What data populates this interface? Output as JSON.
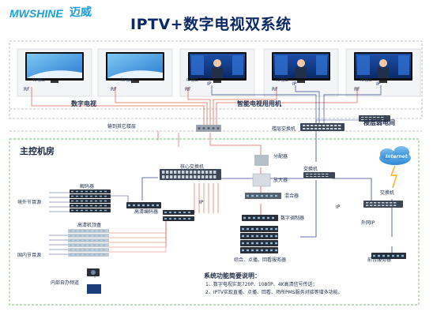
{
  "brand": {
    "logo_latin": "MWSHINE",
    "logo_cn": "迈威"
  },
  "title": "IPTV+数字电视双系统",
  "zones": {
    "digital_tv": "数字电视",
    "smart_tv": "智能电视用用机",
    "weak_net": "楼层弱电间",
    "control_room": "主控机房"
  },
  "tv_labels": {
    "rf_tuner": "RF接口",
    "rf": "RF",
    "ip": "IP"
  },
  "devices": {
    "output_other_floors": "输到其它楼层",
    "floor_switch": "楼层交换机",
    "splitter": "分配器",
    "core_switch": "核心交换机",
    "amplifier": "放大器",
    "decoder": "解码器",
    "hd_encoder": "高清编码器",
    "switch_1": "交换机",
    "mixer": "混合器",
    "switch_2": "交换机",
    "internet": "Internet",
    "external_ip": "外网IP",
    "qam_modulator": "数字调制器",
    "set_top_box": "高清机顶盒",
    "vod_server": "综合、点播、回看服务器",
    "front_server": "前台服务器",
    "ip_label": "IP"
  },
  "sources": {
    "overseas": "境外节目源",
    "domestic": "国内节目源",
    "internal": "内部自办频道"
  },
  "notes": {
    "heading": "系统功能简要说明：",
    "line1": "1、数字电视实现720P、1080P、4K高清信号传送；",
    "line2": "2、IPTV实现直播、点播、回看、场所PMS服务对接等增多功能。"
  },
  "colors": {
    "brand": "#1aa0e0",
    "title": "#0d2a66",
    "rf_line": "#e06b5a",
    "ip_line": "#3a4a8a",
    "dash": "#6a7a8a",
    "green_dash": "#4fae5a",
    "switch_body": "#3c4654",
    "rack_body": "#2a2f38",
    "screen_blue": "#1560b8"
  }
}
